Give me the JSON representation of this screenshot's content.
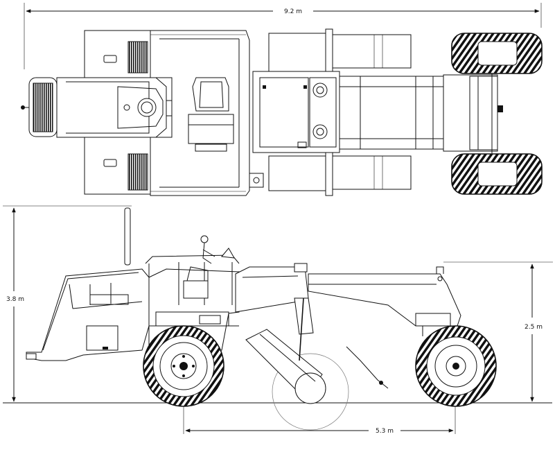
{
  "dimensions": {
    "overall_length": "9.2 m",
    "overall_height": "3.8 m",
    "front_height": "2.5 m",
    "wheelbase": "5.3 m"
  },
  "views": [
    "top-view",
    "side-view"
  ]
}
